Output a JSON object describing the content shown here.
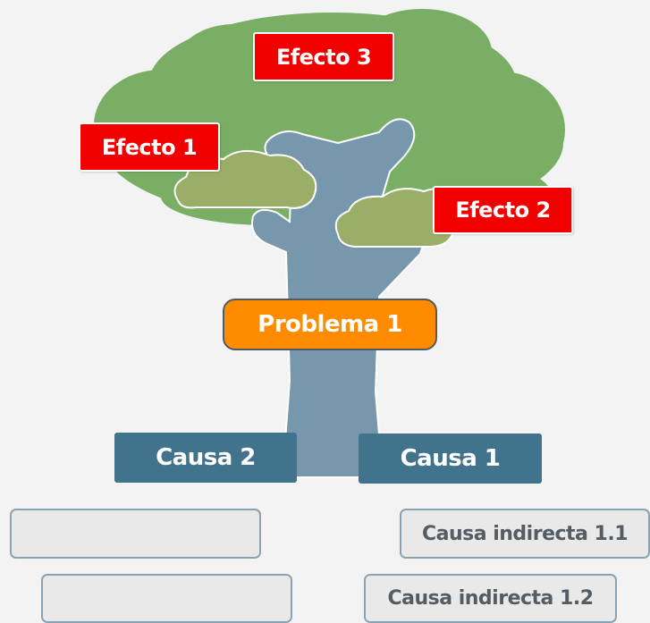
{
  "effects": {
    "effect_1": "Efecto 1",
    "effect_2": "Efecto 2",
    "effect_3": "Efecto 3"
  },
  "problem": "Problema 1",
  "causes": {
    "cause_1": "Causa 1",
    "cause_2": "Causa 2"
  },
  "indirect_causes": {
    "left_top": "",
    "left_bottom": "",
    "right_top": "Causa indirecta 1.1",
    "right_bottom": "Causa indirecta 1.2"
  },
  "colors": {
    "background": "#f3f3f3",
    "canopy": "#79ae64",
    "small_canopy": "#9bae68",
    "trunk": "#7797ac",
    "effect": "#f20000",
    "problem": "#ff8c00",
    "cause": "#42738c",
    "indirect_box": "#e9e9e9"
  }
}
